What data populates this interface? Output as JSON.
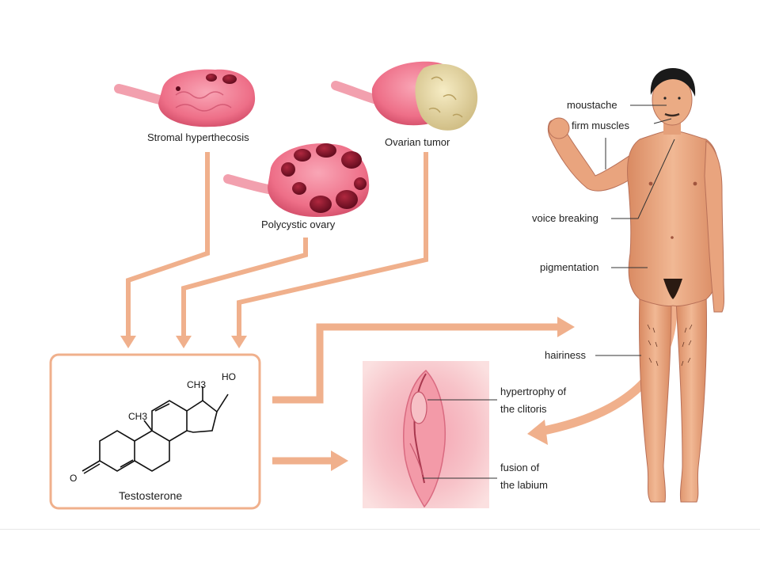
{
  "ovaries": {
    "stromal": "Stromal hyperthecosis",
    "polycystic": "Polycystic ovary",
    "tumor": "Ovarian tumor"
  },
  "molecule": {
    "name": "Testosterone",
    "ch3_top": "CH3",
    "ch3_left": "CH3",
    "ho": "HO",
    "o": "O"
  },
  "body_labels": {
    "moustache": "moustache",
    "firm_muscles": "firm muscles",
    "voice_breaking": "voice breaking",
    "pigmentation": "pigmentation",
    "hairiness": "hairiness"
  },
  "genital_labels": {
    "clitoris_line1": "hypertrophy of",
    "clitoris_line2": "the clitoris",
    "labium_line1": "fusion of",
    "labium_line2": "the labium"
  },
  "colors": {
    "arrow": "#f0b08c",
    "ovary": "#f07890",
    "cyst": "#8a1228",
    "tumor": "#e8d8a0",
    "skin": "#e8a47c"
  }
}
